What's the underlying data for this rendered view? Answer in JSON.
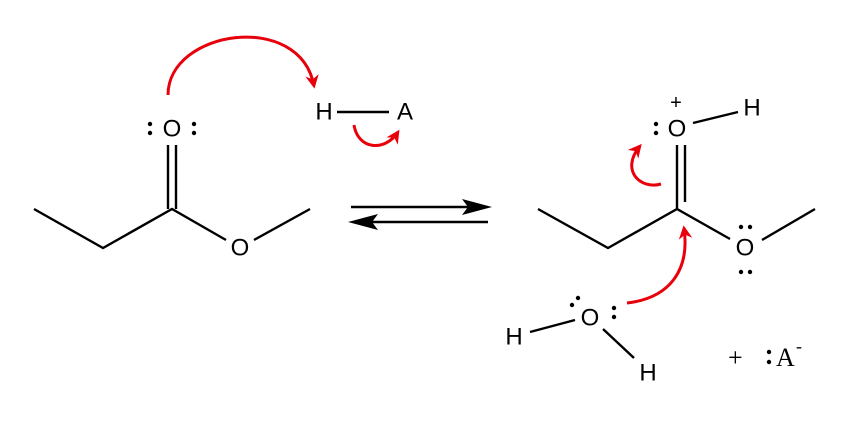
{
  "reactant": {
    "carbonyl_oxygen": "O",
    "ester_oxygen": "O",
    "acid_h": "H",
    "acid_a": "A"
  },
  "product": {
    "protonated_oxygen": "O",
    "charge_plus": "+",
    "oh_hydrogen": "H",
    "ester_oxygen": "O",
    "water_oxygen": "O",
    "water_h1": "H",
    "water_h2": "H",
    "byproduct_plus": "+",
    "conjugate_base": "A",
    "conjugate_base_charge": "-"
  },
  "colors": {
    "arrow": "#e8000b",
    "bond": "#000000"
  }
}
